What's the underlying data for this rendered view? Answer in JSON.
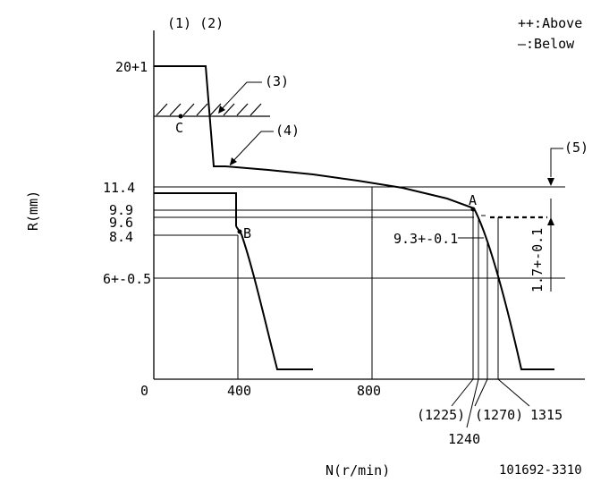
{
  "header": {
    "refs_top": "(1) (2)",
    "legend_above": "++:Above",
    "legend_below": "—:Below"
  },
  "axes": {
    "ylabel": "R(mm)",
    "xlabel": "N(r/min)",
    "x_ticks": [
      "0",
      "400",
      "800"
    ],
    "y_ticks": [
      "20+1",
      "11.4",
      "9.9",
      "9.6",
      "8.4",
      "6+-0.5"
    ],
    "bottom_ticks": [
      "(1225)",
      "(1270)",
      "1315",
      "1240"
    ]
  },
  "callouts": {
    "ref3": "(3)",
    "ref4": "(4)",
    "ref5": "(5)",
    "point_a": "A",
    "point_b": "B",
    "point_c": "C",
    "setting": "9.3+-0.1",
    "offset": "1.7+-0.1"
  },
  "drawing_number": "101692-3310"
}
